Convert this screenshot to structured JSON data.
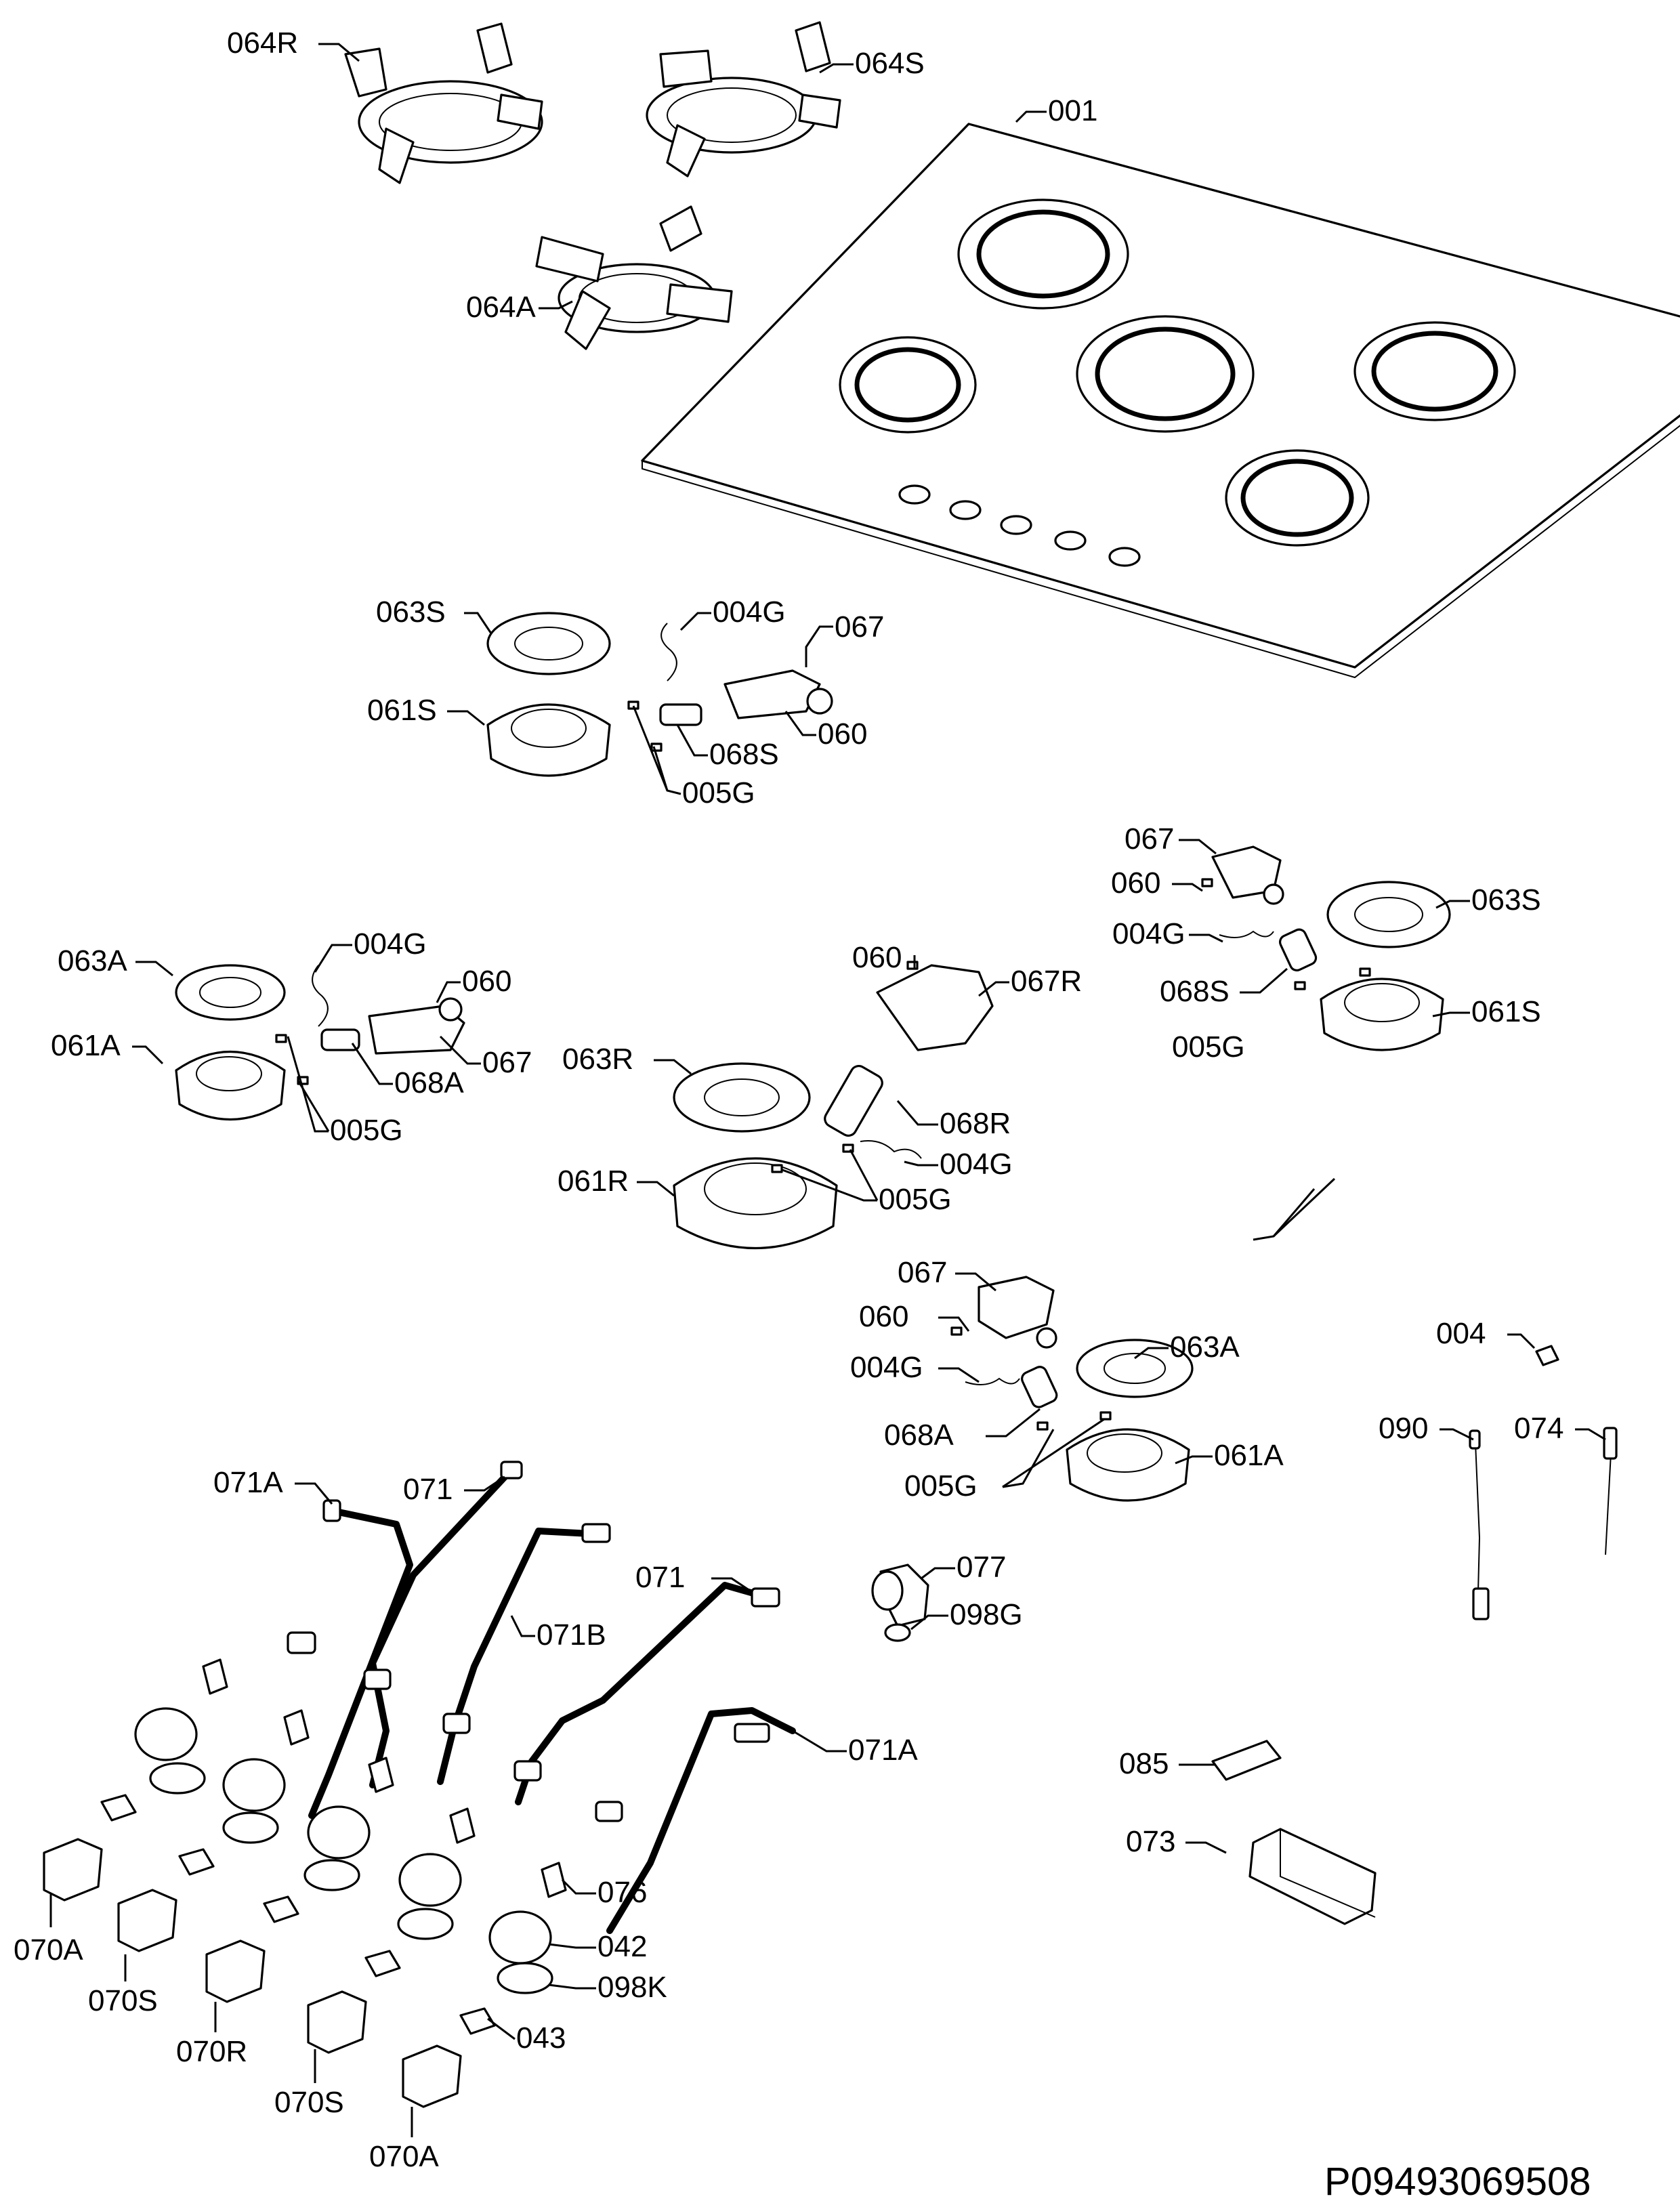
{
  "diagram": {
    "drawing_code": "P09493069508",
    "labels": {
      "l064R": "064R",
      "l064S": "064S",
      "l001": "001",
      "l064A": "064A",
      "l063S_a": "063S",
      "l004G_a": "004G",
      "l067_a": "067",
      "l061S_a": "061S",
      "l060_a": "060",
      "l068S_a": "068S",
      "l005G_a": "005G",
      "l067_b": "067",
      "l060_b": "060",
      "l063S_b": "063S",
      "l004G_b": "004G",
      "l068S_b": "068S",
      "l061S_b": "061S",
      "l005G_b": "005G",
      "l063A_a": "063A",
      "l004G_c": "004G",
      "l060_c": "060",
      "l061A_a": "061A",
      "l067_c": "067",
      "l068A_a": "068A",
      "l005G_c": "005G",
      "l060_d": "060",
      "l067R": "067R",
      "l063R": "063R",
      "l068R": "068R",
      "l004G_d": "004G",
      "l061R": "061R",
      "l005G_d": "005G",
      "l067_e": "067",
      "l060_e": "060",
      "l063A_b": "063A",
      "l004G_e": "004G",
      "l068A_b": "068A",
      "l061A_b": "061A",
      "l005G_e": "005G",
      "l004": "004",
      "l090": "090",
      "l074": "074",
      "l071A_a": "071A",
      "l071_a": "071",
      "l071B": "071B",
      "l071_b": "071",
      "l071A_b": "071A",
      "l077": "077",
      "l098G": "098G",
      "l085": "085",
      "l073": "073",
      "l076": "076",
      "l042": "042",
      "l098K": "098K",
      "l043": "043",
      "l070A_a": "070A",
      "l070S_a": "070S",
      "l070R": "070R",
      "l070S_b": "070S",
      "l070A_b": "070A"
    }
  }
}
